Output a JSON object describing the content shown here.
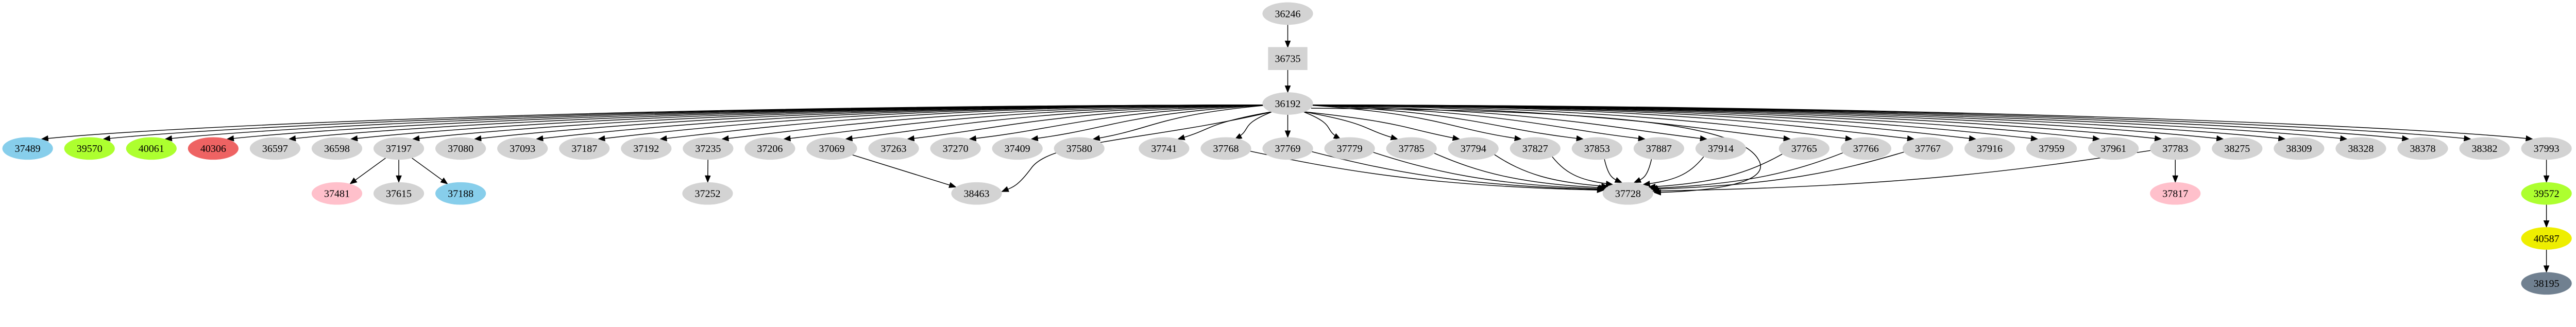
{
  "colors": {
    "default": "#d3d3d3",
    "skyblue": "#87ceeb",
    "greenyellow": "#adff2f",
    "red": "#ee6363",
    "pink": "#ffc0cb",
    "yellow": "#eeee00",
    "slategray": "#708090",
    "edge": "#000000"
  },
  "nodes": [
    {
      "id": "36246",
      "color": "default",
      "shape": "ellipse"
    },
    {
      "id": "36735",
      "color": "default",
      "shape": "box"
    },
    {
      "id": "36192",
      "color": "default",
      "shape": "ellipse"
    },
    {
      "id": "37489",
      "color": "skyblue",
      "shape": "ellipse"
    },
    {
      "id": "39570",
      "color": "greenyellow",
      "shape": "ellipse"
    },
    {
      "id": "40061",
      "color": "greenyellow",
      "shape": "ellipse"
    },
    {
      "id": "40306",
      "color": "red",
      "shape": "ellipse"
    },
    {
      "id": "36597",
      "color": "default",
      "shape": "ellipse"
    },
    {
      "id": "36598",
      "color": "default",
      "shape": "ellipse"
    },
    {
      "id": "37197",
      "color": "default",
      "shape": "ellipse"
    },
    {
      "id": "37080",
      "color": "default",
      "shape": "ellipse"
    },
    {
      "id": "37093",
      "color": "default",
      "shape": "ellipse"
    },
    {
      "id": "37187",
      "color": "default",
      "shape": "ellipse"
    },
    {
      "id": "37192",
      "color": "default",
      "shape": "ellipse"
    },
    {
      "id": "37235",
      "color": "default",
      "shape": "ellipse"
    },
    {
      "id": "37206",
      "color": "default",
      "shape": "ellipse"
    },
    {
      "id": "37069",
      "color": "default",
      "shape": "ellipse"
    },
    {
      "id": "37263",
      "color": "default",
      "shape": "ellipse"
    },
    {
      "id": "37270",
      "color": "default",
      "shape": "ellipse"
    },
    {
      "id": "37409",
      "color": "default",
      "shape": "ellipse"
    },
    {
      "id": "37580",
      "color": "default",
      "shape": "ellipse"
    },
    {
      "id": "37741",
      "color": "default",
      "shape": "ellipse"
    },
    {
      "id": "37768",
      "color": "default",
      "shape": "ellipse"
    },
    {
      "id": "37769",
      "color": "default",
      "shape": "ellipse"
    },
    {
      "id": "37779",
      "color": "default",
      "shape": "ellipse"
    },
    {
      "id": "37785",
      "color": "default",
      "shape": "ellipse"
    },
    {
      "id": "37794",
      "color": "default",
      "shape": "ellipse"
    },
    {
      "id": "37827",
      "color": "default",
      "shape": "ellipse"
    },
    {
      "id": "37853",
      "color": "default",
      "shape": "ellipse"
    },
    {
      "id": "37887",
      "color": "default",
      "shape": "ellipse"
    },
    {
      "id": "37914",
      "color": "default",
      "shape": "ellipse"
    },
    {
      "id": "37765",
      "color": "default",
      "shape": "ellipse"
    },
    {
      "id": "37766",
      "color": "default",
      "shape": "ellipse"
    },
    {
      "id": "37767",
      "color": "default",
      "shape": "ellipse"
    },
    {
      "id": "37916",
      "color": "default",
      "shape": "ellipse"
    },
    {
      "id": "37959",
      "color": "default",
      "shape": "ellipse"
    },
    {
      "id": "37961",
      "color": "default",
      "shape": "ellipse"
    },
    {
      "id": "37783",
      "color": "default",
      "shape": "ellipse"
    },
    {
      "id": "38275",
      "color": "default",
      "shape": "ellipse"
    },
    {
      "id": "38309",
      "color": "default",
      "shape": "ellipse"
    },
    {
      "id": "38328",
      "color": "default",
      "shape": "ellipse"
    },
    {
      "id": "38378",
      "color": "default",
      "shape": "ellipse"
    },
    {
      "id": "38382",
      "color": "default",
      "shape": "ellipse"
    },
    {
      "id": "37993",
      "color": "default",
      "shape": "ellipse"
    },
    {
      "id": "37481",
      "color": "pink",
      "shape": "ellipse"
    },
    {
      "id": "37615",
      "color": "default",
      "shape": "ellipse"
    },
    {
      "id": "37188",
      "color": "skyblue",
      "shape": "ellipse"
    },
    {
      "id": "37252",
      "color": "default",
      "shape": "ellipse"
    },
    {
      "id": "38463",
      "color": "default",
      "shape": "ellipse"
    },
    {
      "id": "37728",
      "color": "default",
      "shape": "ellipse"
    },
    {
      "id": "37817",
      "color": "pink",
      "shape": "ellipse"
    },
    {
      "id": "39572",
      "color": "greenyellow",
      "shape": "ellipse"
    },
    {
      "id": "40587",
      "color": "yellow",
      "shape": "ellipse"
    },
    {
      "id": "38195",
      "color": "slategray",
      "shape": "ellipse"
    }
  ],
  "edges": [
    [
      "36246",
      "36735"
    ],
    [
      "36735",
      "36192"
    ],
    [
      "36192",
      "37489"
    ],
    [
      "36192",
      "39570"
    ],
    [
      "36192",
      "40061"
    ],
    [
      "36192",
      "40306"
    ],
    [
      "36192",
      "36597"
    ],
    [
      "36192",
      "36598"
    ],
    [
      "36192",
      "37197"
    ],
    [
      "36192",
      "37080"
    ],
    [
      "36192",
      "37093"
    ],
    [
      "36192",
      "37187"
    ],
    [
      "36192",
      "37192"
    ],
    [
      "36192",
      "37235"
    ],
    [
      "36192",
      "37206"
    ],
    [
      "36192",
      "37069"
    ],
    [
      "36192",
      "37263"
    ],
    [
      "36192",
      "37270"
    ],
    [
      "36192",
      "37409"
    ],
    [
      "36192",
      "37580"
    ],
    [
      "36192",
      "38463"
    ],
    [
      "36192",
      "37741"
    ],
    [
      "36192",
      "37768"
    ],
    [
      "36192",
      "37769"
    ],
    [
      "36192",
      "37779"
    ],
    [
      "36192",
      "37785"
    ],
    [
      "36192",
      "37794"
    ],
    [
      "36192",
      "37827"
    ],
    [
      "36192",
      "37853"
    ],
    [
      "36192",
      "37887"
    ],
    [
      "36192",
      "37914"
    ],
    [
      "36192",
      "37728"
    ],
    [
      "36192",
      "37765"
    ],
    [
      "36192",
      "37766"
    ],
    [
      "36192",
      "37767"
    ],
    [
      "36192",
      "37916"
    ],
    [
      "36192",
      "37959"
    ],
    [
      "36192",
      "37961"
    ],
    [
      "36192",
      "37783"
    ],
    [
      "36192",
      "38275"
    ],
    [
      "36192",
      "38309"
    ],
    [
      "36192",
      "38328"
    ],
    [
      "36192",
      "38378"
    ],
    [
      "36192",
      "38382"
    ],
    [
      "36192",
      "37993"
    ],
    [
      "37197",
      "37481"
    ],
    [
      "37197",
      "37615"
    ],
    [
      "37197",
      "37188"
    ],
    [
      "37235",
      "37252"
    ],
    [
      "37069",
      "38463"
    ],
    [
      "37768",
      "37728"
    ],
    [
      "37769",
      "37728"
    ],
    [
      "37779",
      "37728"
    ],
    [
      "37785",
      "37728"
    ],
    [
      "37794",
      "37728"
    ],
    [
      "37827",
      "37728"
    ],
    [
      "37853",
      "37728"
    ],
    [
      "37887",
      "37728"
    ],
    [
      "37914",
      "37728"
    ],
    [
      "37765",
      "37728"
    ],
    [
      "37766",
      "37728"
    ],
    [
      "37767",
      "37728"
    ],
    [
      "37783",
      "37728"
    ],
    [
      "37783",
      "37817"
    ],
    [
      "37993",
      "39572"
    ],
    [
      "39572",
      "40587"
    ],
    [
      "40587",
      "38195"
    ]
  ]
}
